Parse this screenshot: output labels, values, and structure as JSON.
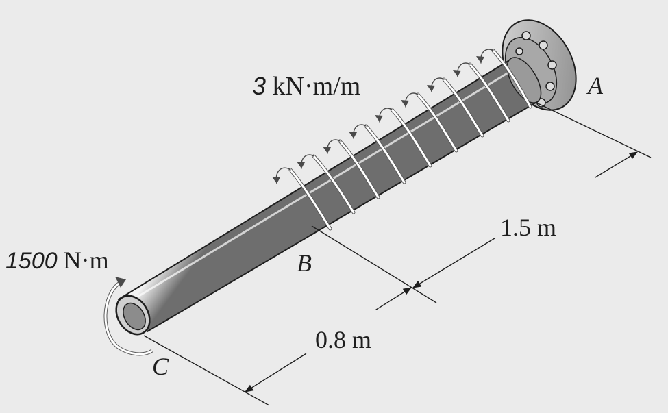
{
  "labels": {
    "distributed_torque_value": "3",
    "distributed_torque_unit": " kN·m/m",
    "point_A": "A",
    "point_B": "B",
    "point_C": "C",
    "concentrated_torque_value": "1500",
    "concentrated_torque_unit": " N·m",
    "length_AB": "1.5 m",
    "length_BC": "0.8 m"
  },
  "colors": {
    "background": "#ebebeb",
    "shaft_light": "#f2f2f2",
    "shaft_dark": "#7d7d7d",
    "outline": "#1e1e1e",
    "helix": "#ffffff"
  }
}
